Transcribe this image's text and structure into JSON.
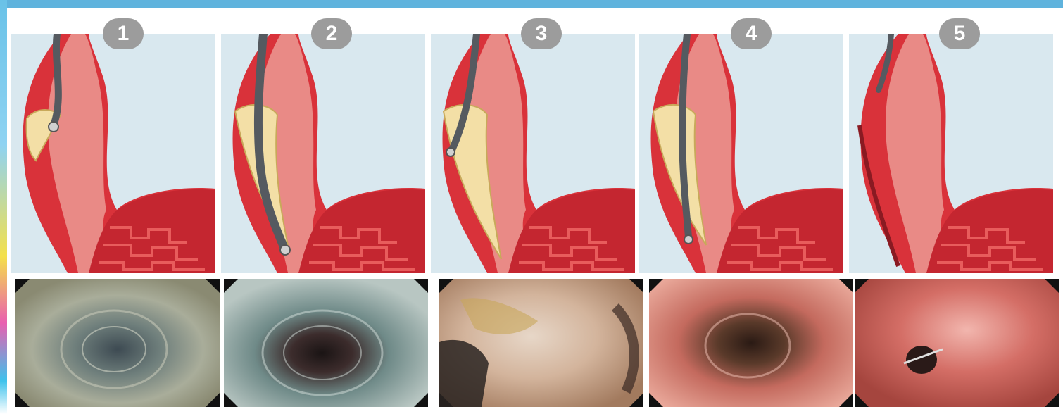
{
  "steps": [
    {
      "number": "1"
    },
    {
      "number": "2"
    },
    {
      "number": "3"
    },
    {
      "number": "4"
    },
    {
      "number": "5"
    }
  ],
  "colors": {
    "frame_blue": "#5fb3dd",
    "badge_gray": "#9c9c9c",
    "illustration_background": "#d9e8ef",
    "tissue_red": "#d9323a",
    "mucosa_pink": "#e98a86",
    "submucosa_cream": "#f3dfa6",
    "endoscope_gray": "#555a60"
  },
  "icons": {
    "illustration": "esophagus-cross-section-illustration",
    "endoscopic_image": "endoscopic-view-photo"
  }
}
